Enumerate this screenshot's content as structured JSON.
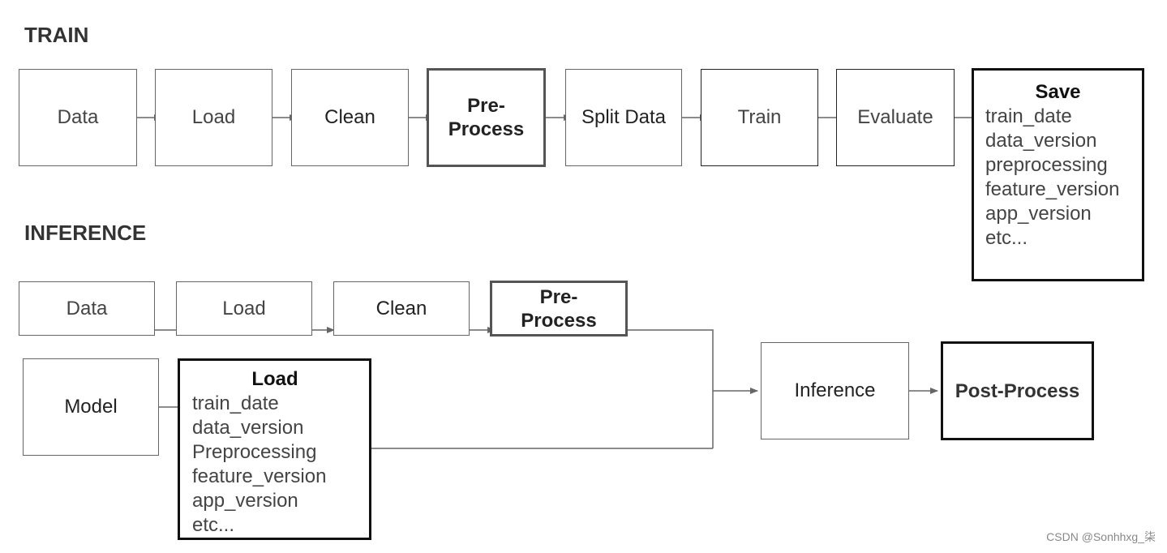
{
  "train": {
    "title": "TRAIN",
    "steps": {
      "data": "Data",
      "load": "Load",
      "clean": "Clean",
      "preprocess": "Pre-\nProcess",
      "split": "Split Data",
      "train": "Train",
      "evaluate": "Evaluate"
    },
    "save": {
      "title": "Save",
      "items": [
        "train_date",
        "data_version",
        "preprocessing",
        "feature_version",
        "app_version",
        "etc..."
      ]
    }
  },
  "inference": {
    "title": "INFERENCE",
    "steps": {
      "data": "Data",
      "load": "Load",
      "clean": "Clean",
      "preprocess": "Pre-\nProcess",
      "model": "Model",
      "inference": "Inference",
      "postprocess": "Post-Process"
    },
    "model_load": {
      "title": "Load",
      "items": [
        "train_date",
        "data_version",
        "Preprocessing",
        "feature_version",
        "app_version",
        "etc..."
      ]
    }
  },
  "watermark": "CSDN @Sonhhxg_柒",
  "colors": {
    "line": "#666666",
    "heavy_border": "#111111"
  }
}
